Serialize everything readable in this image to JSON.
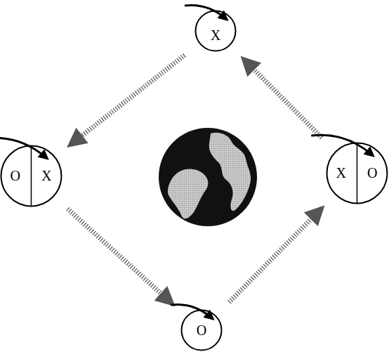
{
  "diagram": {
    "nodes": [
      {
        "text": [
          "X"
        ]
      },
      {
        "text": [
          "O",
          "X"
        ]
      },
      {
        "text": [
          "X",
          "O"
        ]
      },
      {
        "text": [
          "O"
        ]
      }
    ],
    "edges": [
      {
        "from": 0,
        "to": 1,
        "arrow": "to"
      },
      {
        "from": 1,
        "to": 3,
        "arrow": "to"
      },
      {
        "from": 3,
        "to": 2,
        "arrow": "to"
      },
      {
        "from": 2,
        "to": 0,
        "arrow": "to"
      }
    ]
  }
}
